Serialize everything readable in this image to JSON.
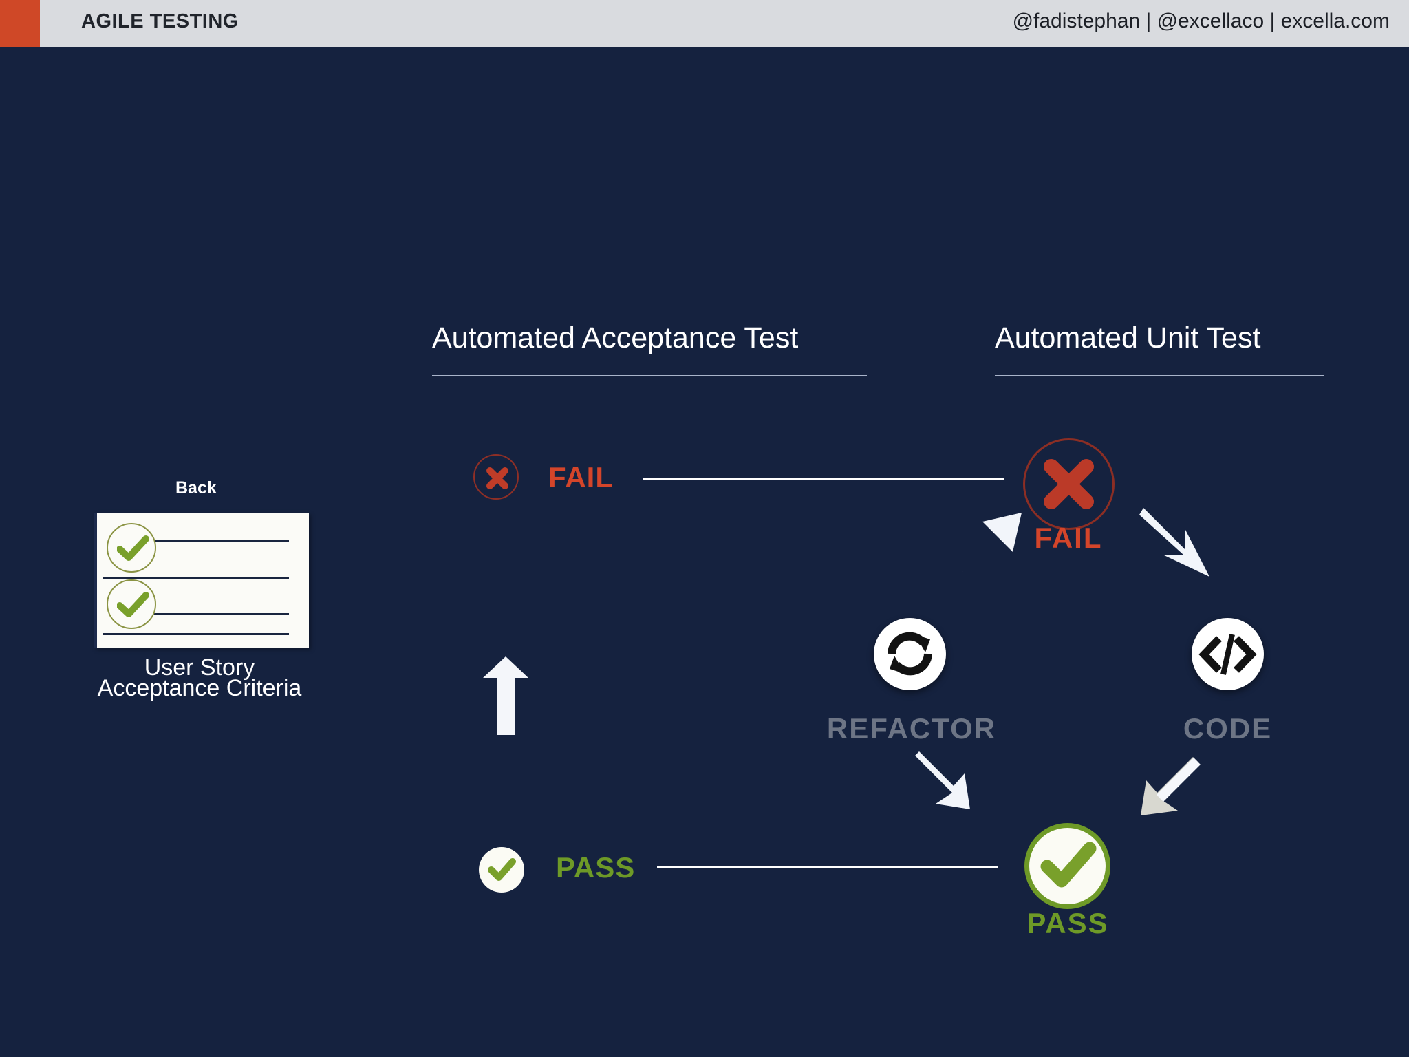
{
  "header": {
    "title": "AGILE TESTING",
    "contact": "@fadistephan | @excellaco | excella.com",
    "accent_color": "#cf4827",
    "bar_color": "#d9dbdf"
  },
  "slide": {
    "background_color": "#15223f"
  },
  "columns": [
    {
      "heading": "Automated Acceptance Test"
    },
    {
      "heading": "Automated Unit Test"
    }
  ],
  "story_card": {
    "back_label": "Back",
    "caption_line1": "User Story",
    "caption_line2": "Acceptance Criteria",
    "checks": [
      {
        "name": "criteria-check-1"
      },
      {
        "name": "criteria-check-2"
      }
    ],
    "rule_count": 4
  },
  "acceptance_results": [
    {
      "name": "fail",
      "label": "FAIL",
      "color": "#d4452a",
      "icon": "x-circle-outline-icon"
    },
    {
      "name": "pass",
      "label": "PASS",
      "color": "#6e9a27",
      "icon": "check-circle-icon"
    }
  ],
  "cycle": {
    "nodes": [
      {
        "name": "fail",
        "label": "FAIL",
        "label_color": "#d4452a",
        "icon": "x-mark-icon",
        "circle_style": "red-outline"
      },
      {
        "name": "code",
        "label": "CODE",
        "label_color": "#6d7585",
        "icon": "code-brackets-icon",
        "circle_style": "white-filled"
      },
      {
        "name": "pass",
        "label": "PASS",
        "label_color": "#6e9a27",
        "icon": "check-mark-icon",
        "circle_style": "green-ring"
      },
      {
        "name": "refactor",
        "label": "REFACTOR",
        "label_color": "#6d7585",
        "icon": "sync-arrows-icon",
        "circle_style": "white-filled"
      }
    ],
    "arrows": [
      {
        "name": "arrow-pass-to-fail",
        "direction": "up-right"
      },
      {
        "name": "arrow-fail-to-code",
        "direction": "down-right"
      },
      {
        "name": "arrow-code-to-pass",
        "direction": "down-left"
      },
      {
        "name": "arrow-pass-to-refactor",
        "direction": "up-left"
      },
      {
        "name": "arrow-acceptance-retest",
        "direction": "up"
      }
    ]
  },
  "colors": {
    "navy": "#15223f",
    "red": "#d4452a",
    "dark_red": "#8c2e24",
    "green": "#6e9a27",
    "gray_label": "#6d7585",
    "white": "#ffffff",
    "rule": "#a9b4ca"
  }
}
